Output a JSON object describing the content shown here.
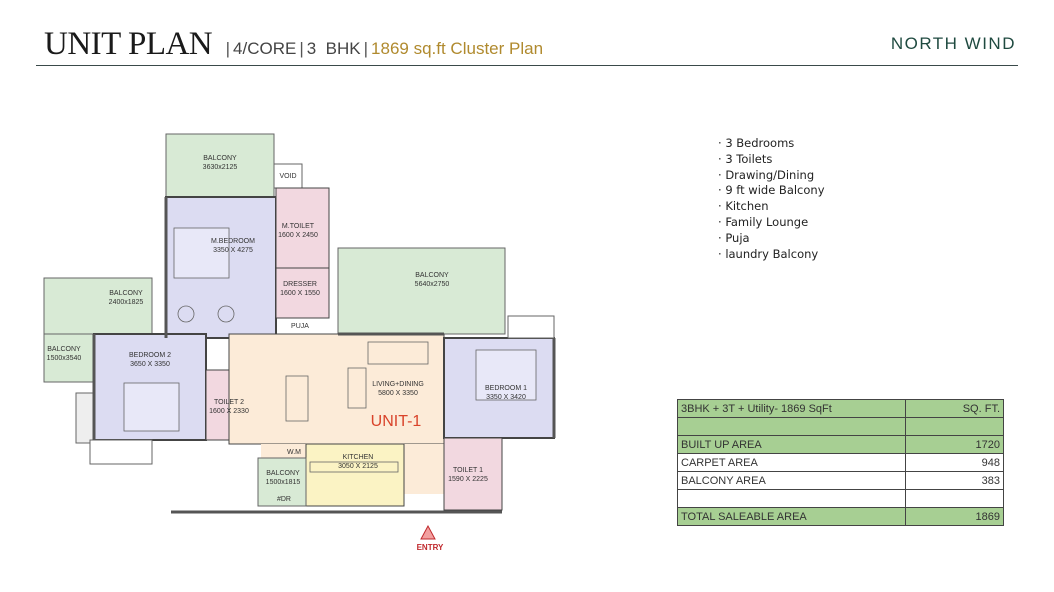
{
  "header": {
    "title": "UNIT PLAN",
    "core": "4/CORE",
    "bhk_num": "3",
    "bhk": "BHK",
    "area_label": "1869 sq.ft Cluster Plan",
    "brand": "NORTH WIND"
  },
  "plan": {
    "rooms": [
      {
        "name": "BALCONY",
        "size": "3630x2125"
      },
      {
        "name": "VOID",
        "size": ""
      },
      {
        "name": "M.TOILET",
        "size": "1600 X 2450"
      },
      {
        "name": "M.BEDROOM",
        "size": "3350 X 4275"
      },
      {
        "name": "DRESSER",
        "size": "1600 X 1550"
      },
      {
        "name": "BALCONY",
        "size": "5640x2750"
      },
      {
        "name": "BALCONY",
        "size": "2400x1825"
      },
      {
        "name": "BALCONY",
        "size": "1500x3540"
      },
      {
        "name": "PUJA",
        "size": ""
      },
      {
        "name": "BEDROOM 2",
        "size": "3650 X 3350"
      },
      {
        "name": "TOILET 2",
        "size": "1600 X 2330"
      },
      {
        "name": "LIVING+DINING",
        "size": "5800 X 3350"
      },
      {
        "name": "BEDROOM 1",
        "size": "3350 X 3420"
      },
      {
        "name": "KITCHEN",
        "size": "3050 X 2125"
      },
      {
        "name": "BALCONY",
        "size": "1500x1815"
      },
      {
        "name": "TOILET 1",
        "size": "1590 X 2225"
      }
    ],
    "wm": "W.M",
    "dr": "#DR",
    "unit": "UNIT-1",
    "entry": "ENTRY"
  },
  "features": [
    "3 Bedrooms",
    "3 Toilets",
    "Drawing/Dining",
    "9 ft wide Balcony",
    "Kitchen",
    "Family Lounge",
    "Puja",
    " laundry Balcony"
  ],
  "area_table": {
    "header": {
      "label": "3BHK + 3T + Utility- 1869 SqFt",
      "value": "SQ. FT."
    },
    "rows": [
      {
        "label": "",
        "value": ""
      },
      {
        "label": "BUILT UP AREA",
        "value": "1720"
      },
      {
        "label": "CARPET AREA",
        "value": "948"
      },
      {
        "label": "BALCONY AREA",
        "value": "383"
      },
      {
        "label": "",
        "value": ""
      },
      {
        "label": "TOTAL SALEABLE AREA",
        "value": "1869"
      }
    ]
  },
  "colors": {
    "balcony": "#d8ead5",
    "bedroom": "#dcdcf2",
    "toilet": "#f2d8e0",
    "living": "#fcebd8",
    "kitchen": "#fbf3c4",
    "table_green": "#a7cf93",
    "brand": "#1f4a40",
    "unit_label": "#d9432a"
  }
}
